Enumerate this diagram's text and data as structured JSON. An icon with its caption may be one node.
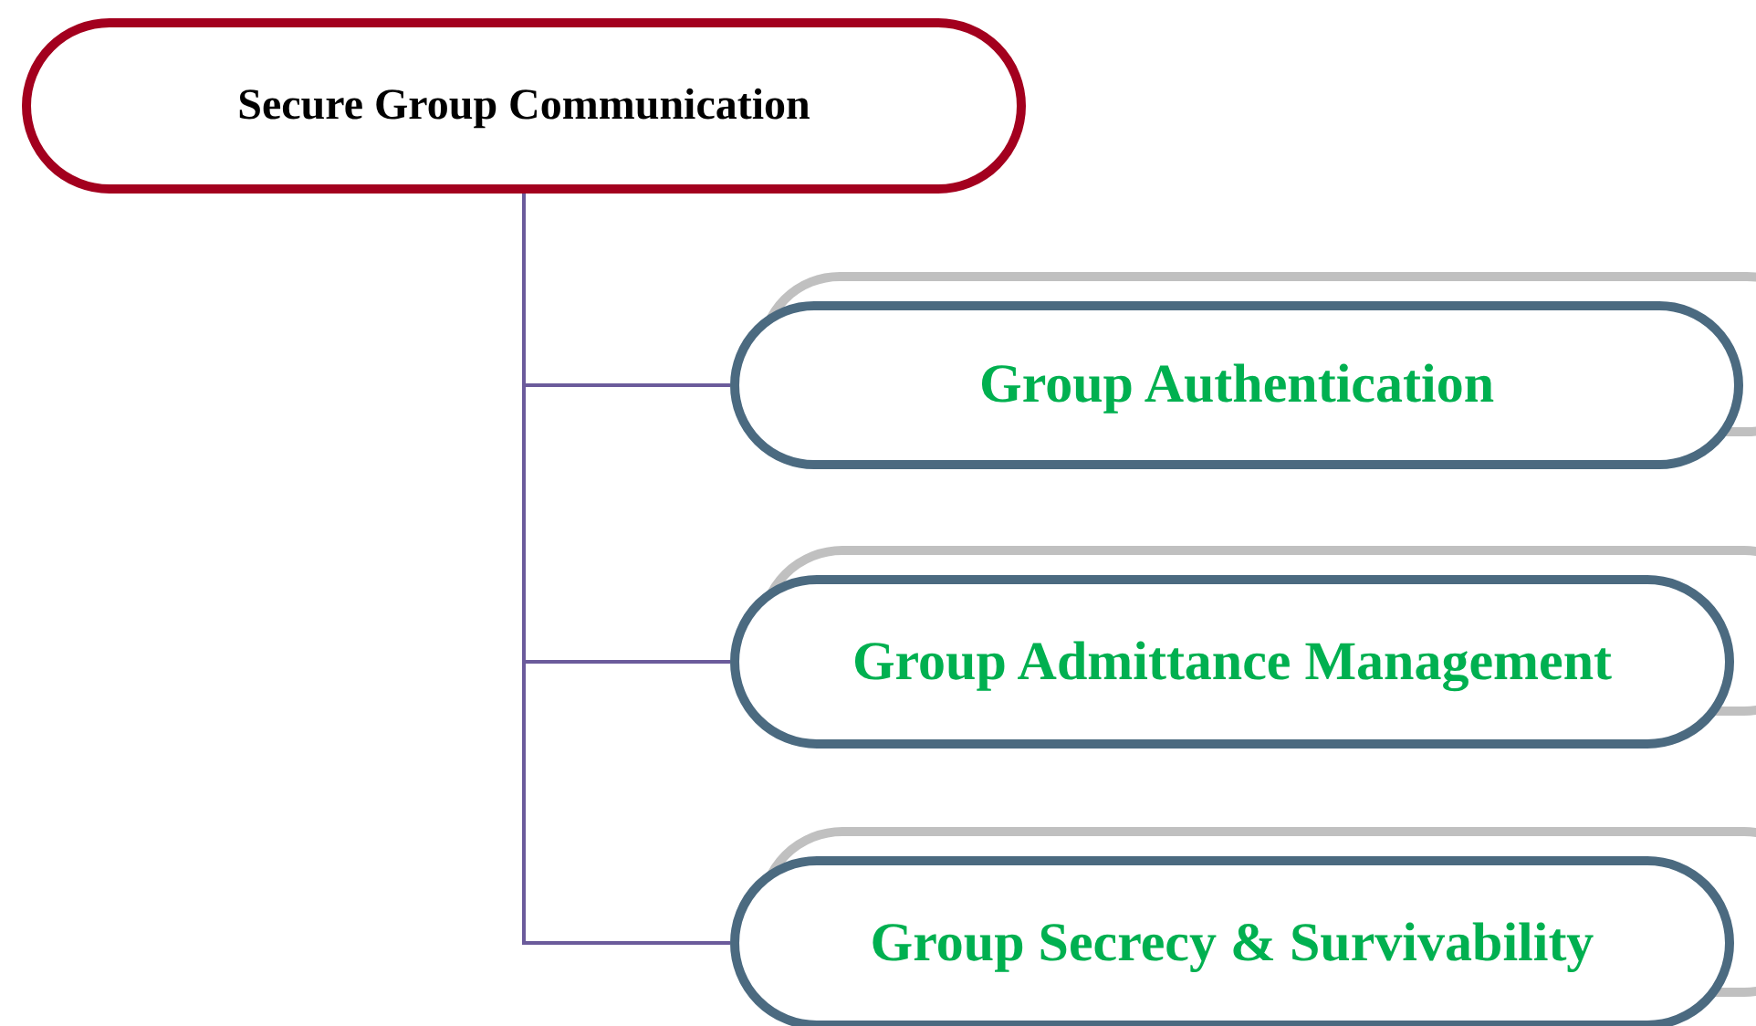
{
  "diagram": {
    "nodes": [
      {
        "text": [
          "Secure Group Communication"
        ]
      },
      {
        "text": [
          "Group Authentication"
        ]
      },
      {
        "text": [
          "Group Admittance Management"
        ]
      },
      {
        "text": [
          "Group Secrecy & Survivability"
        ]
      }
    ],
    "edges": [
      {
        "from": 0,
        "to": 1,
        "arrow": "none"
      },
      {
        "from": 0,
        "to": 2,
        "arrow": "none"
      },
      {
        "from": 0,
        "to": 3,
        "arrow": "none"
      }
    ]
  }
}
